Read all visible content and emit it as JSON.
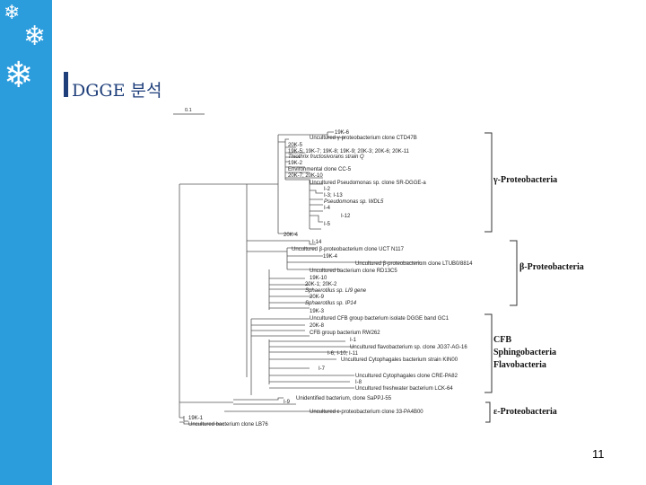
{
  "slide": {
    "title": "DGGE 분석",
    "page_number": "11"
  },
  "icons": [
    "snowflake-icon",
    "snowflake-icon",
    "snowflake-icon"
  ],
  "tree": {
    "scale_label": "0.1",
    "leaves": [
      "19K-6",
      "Uncultured γ-proteobacterium clone CTD47B",
      "20K-5",
      "19K-5; 19K-7; 19K-8; 19K-9; 20K-3; 20K-6; 20K-11",
      "Thiothrix fructosivorans strain Q",
      "19K-2",
      "Environmental clone CC-5",
      "20K-7; 20K-10",
      "Uncultured Pseudomonas sp. clone SR-DGGE-a",
      "I-2",
      "I-3; I-13",
      "Pseudomonas sp. WDL5",
      "I-4",
      "I-12",
      "I-5",
      "20K-4",
      "I-14",
      "Uncultured β-proteobacterium clone UCT N117",
      "19K-4",
      "Uncultured β-proteobacterium clone LTUB0/8814",
      "Uncultured bacterium clone RD13C5",
      "19K-10",
      "20K-1; 20K-2",
      "Sphaerotilus sp. LI9 gene",
      "20K-9",
      "Sphaerotilus sp. IP14",
      "19K-3",
      "Uncultured CFB group bacterium isolate DGGE band GC1",
      "20K-8",
      "CFB group bacterium RW262",
      "I-1",
      "Uncultured flavobacterium sp. clone JG37-AG-16",
      "I-6; I-10; I-11",
      "Uncultured Cytophagales bacterium strain KIN00",
      "I-7",
      "Uncultured Cytophagales clone CRE-PA82",
      "I-8",
      "Uncultured freshwater bacterium LCK-64",
      "I-9",
      "Unidentified bacterium, clone SaPPJ-55",
      "Uncultured ε-proteobacterium clone 33-PA4B00",
      "19K-1",
      "Uncultured bacterium clone LB76"
    ],
    "groups": [
      {
        "label": "γ-Proteobacteria"
      },
      {
        "label": "β-Proteobacteria"
      },
      {
        "label": "CFB"
      },
      {
        "label": "Sphingobacteria"
      },
      {
        "label": "Flavobacteria"
      },
      {
        "label": "ε-Proteobacteria"
      }
    ]
  }
}
